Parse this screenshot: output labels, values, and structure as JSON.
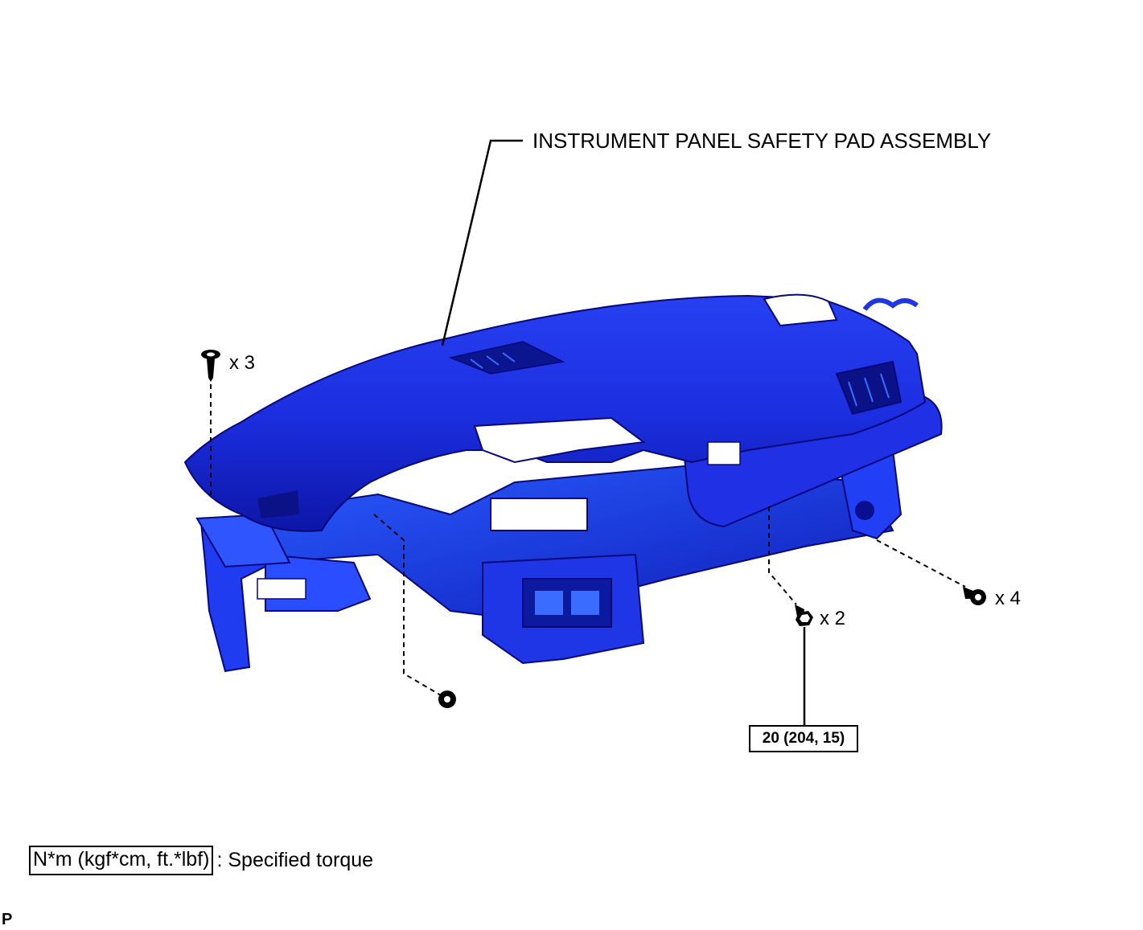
{
  "callouts": {
    "title": "INSTRUMENT PANEL SAFETY PAD ASSEMBLY",
    "qty_left_clip": "x 3",
    "qty_center_bolt": "x 2",
    "qty_right_bolt": "x 4",
    "torque_value": "20 (204, 15)"
  },
  "legend": {
    "unit_box": "N*m (kgf*cm, ft.*lbf)",
    "description": ": Specified torque"
  },
  "corner_mark": "P",
  "colors": {
    "part_fill": "#1f35e8",
    "part_dark": "#0a0a80",
    "part_light": "#3a6cff",
    "line": "#000000"
  }
}
